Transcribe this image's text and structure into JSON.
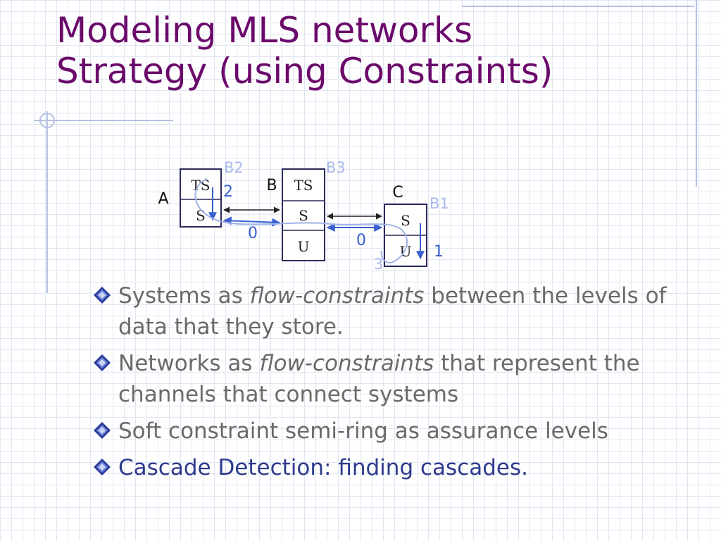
{
  "title": {
    "line1": "Modeling MLS networks",
    "line2": "Strategy (using Constraints)"
  },
  "diagram": {
    "system_a": {
      "name": "A",
      "levels": [
        "TS",
        "S"
      ]
    },
    "system_b": {
      "name": "B",
      "levels": [
        "TS",
        "S",
        "U"
      ]
    },
    "system_c": {
      "name": "C",
      "levels": [
        "S",
        "U"
      ]
    },
    "labels": {
      "b2": "B2",
      "b3": "B3",
      "b1": "B1",
      "flow_a": "2",
      "flow_c": "1",
      "channel_ab": "0",
      "channel_bc": "0",
      "cascade": "3"
    },
    "colors": {
      "box": "#2a2a5a",
      "flow": "#3a5fd0",
      "faint": "#a9b9ea",
      "path": "#9fb2e6"
    }
  },
  "bullets": {
    "item1": {
      "pre": "Systems as ",
      "em": "flow-constraints",
      "post": " between the levels of data that they store."
    },
    "item2": {
      "pre": "Networks as ",
      "em": "flow-constraints",
      "post": " that represent the channels that connect systems"
    },
    "item3": {
      "text": "Soft constraint semi-ring as assurance levels"
    },
    "item4": {
      "text": "Cascade Detection: finding cascades."
    }
  },
  "theme": {
    "title_color": "#6b0a6b",
    "body_color": "#6a6a6a",
    "accent_color": "#2d3a8c",
    "bullet_color": "#2a3a9a"
  }
}
